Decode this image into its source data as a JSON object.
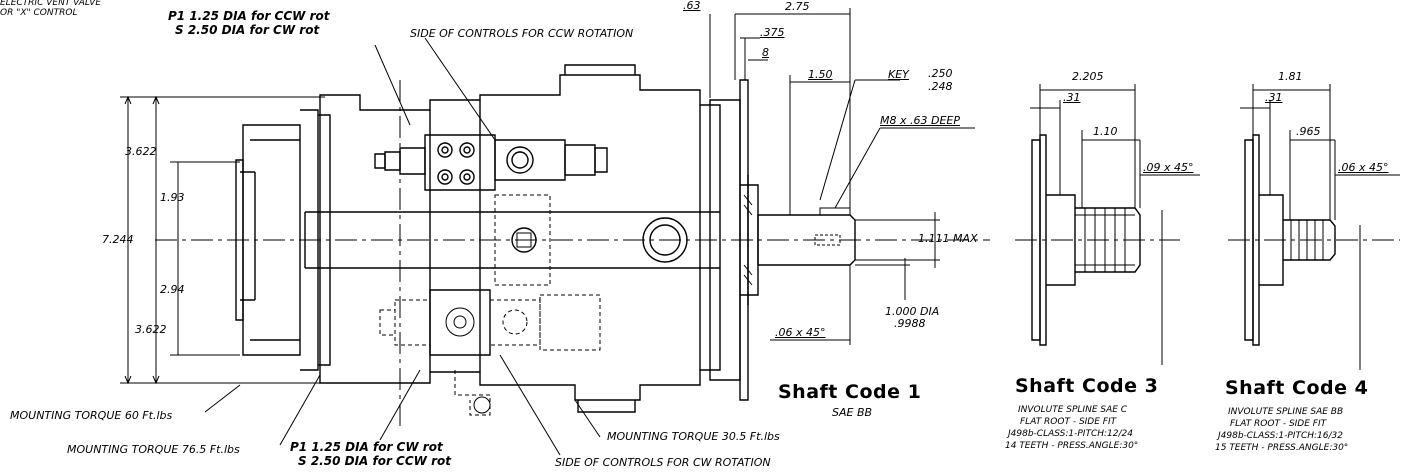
{
  "top_left_note": [
    "ELECTRIC VENT VALVE",
    "OR \"X\" CONTROL"
  ],
  "port_note_top": [
    "P1 1.25 DIA for CCW rot",
    "S 2.50 DIA for  CW rot"
  ],
  "port_note_bottom": [
    "P1 1.25 DIA for  CW rot",
    "S 2.50 DIA for CCW rot"
  ],
  "side_controls_ccw": "SIDE OF CONTROLS FOR CCW ROTATION",
  "side_controls_cw": "SIDE OF CONTROLS FOR CW ROTATION",
  "mounting_torque_1": "MOUNTING TORQUE 60 Ft.lbs",
  "mounting_torque_2": "MOUNTING TORQUE 76.5 Ft.lbs",
  "mounting_torque_3": "MOUNTING TORQUE 30.5 Ft.lbs",
  "dims_left": {
    "overall": "7.244",
    "upper": "3.622",
    "lower": "3.622",
    "d193": "1.93",
    "d294": "2.94"
  },
  "dims_shaft1": {
    "d063": ".63",
    "d275": "2.75",
    "d0375": ".375",
    "d8": "8",
    "d150": "1.50",
    "key_label": "KEY",
    "key_max": ".250",
    "key_min": ".248",
    "thread": "M8 x .63 DEEP",
    "max_dia": "1.111 MAX",
    "dia_nom": "1.000 DIA",
    "dia_min": ".9988",
    "chamfer": ".06 x 45°"
  },
  "dims_shaft3": {
    "d2205": "2.205",
    "d031": ".31",
    "d110": "1.10",
    "chamfer": ".09 x 45°"
  },
  "dims_shaft4": {
    "d181": "1.81",
    "d031": ".31",
    "d0965": ".965",
    "chamfer": ".06 x 45°"
  },
  "shaft1": {
    "title": "Shaft Code 1",
    "sub": "SAE BB"
  },
  "shaft3": {
    "title": "Shaft Code 3",
    "lines": [
      "INVOLUTE SPLINE SAE C",
      "FLAT ROOT - SIDE FIT",
      "J498b-CLASS:1-PITCH:12/24",
      "14 TEETH - PRESS.ANGLE:30°"
    ]
  },
  "shaft4": {
    "title": "Shaft Code 4",
    "lines": [
      "INVOLUTE SPLINE SAE BB",
      "FLAT ROOT - SIDE FIT",
      "J498b-CLASS:1-PITCH:16/32",
      "15 TEETH - PRESS.ANGLE:30°"
    ]
  }
}
